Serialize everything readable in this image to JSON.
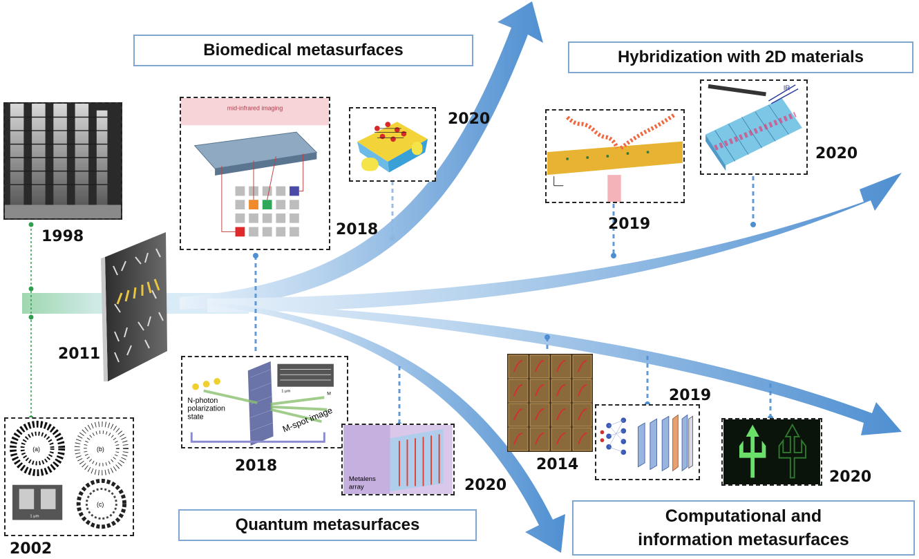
{
  "titles": {
    "biomedical": "Biomedical metasurfaces",
    "hybrid": "Hybridization with 2D materials",
    "quantum": "Quantum metasurfaces",
    "computational_line1": "Computational and",
    "computational_line2": "information metasurfaces"
  },
  "years": {
    "y1998": "1998",
    "y2002": "2002",
    "y2011": "2011",
    "bio_2018": "2018",
    "bio_2020": "2020",
    "quantum_2018": "2018",
    "quantum_2020": "2020",
    "hybrid_2019": "2019",
    "hybrid_2020": "2020",
    "comp_2014": "2014",
    "comp_2019": "2019",
    "comp_2020": "2020"
  },
  "inset_labels": {
    "mid_infrared": "mid-infrared imaging",
    "n_photon_1": "N-photon",
    "n_photon_2": "polarization",
    "n_photon_3": "state",
    "m_spot": "M-spot image",
    "metalens_1": "Metalens",
    "metalens_2": "array",
    "ir": "IR",
    "scale_1um": "1 μm",
    "label_a": "(a)",
    "label_b": "(b)",
    "label_c": "(c)",
    "label_m": "M"
  },
  "colors": {
    "arrow": "#4f8fd1",
    "arrow_light": "#cfe3f5",
    "title_border": "#7fa6cf",
    "green_band": "#a8dbb8",
    "connector_green": "#2f9e4f",
    "connector_blue": "#4f8fd1"
  }
}
